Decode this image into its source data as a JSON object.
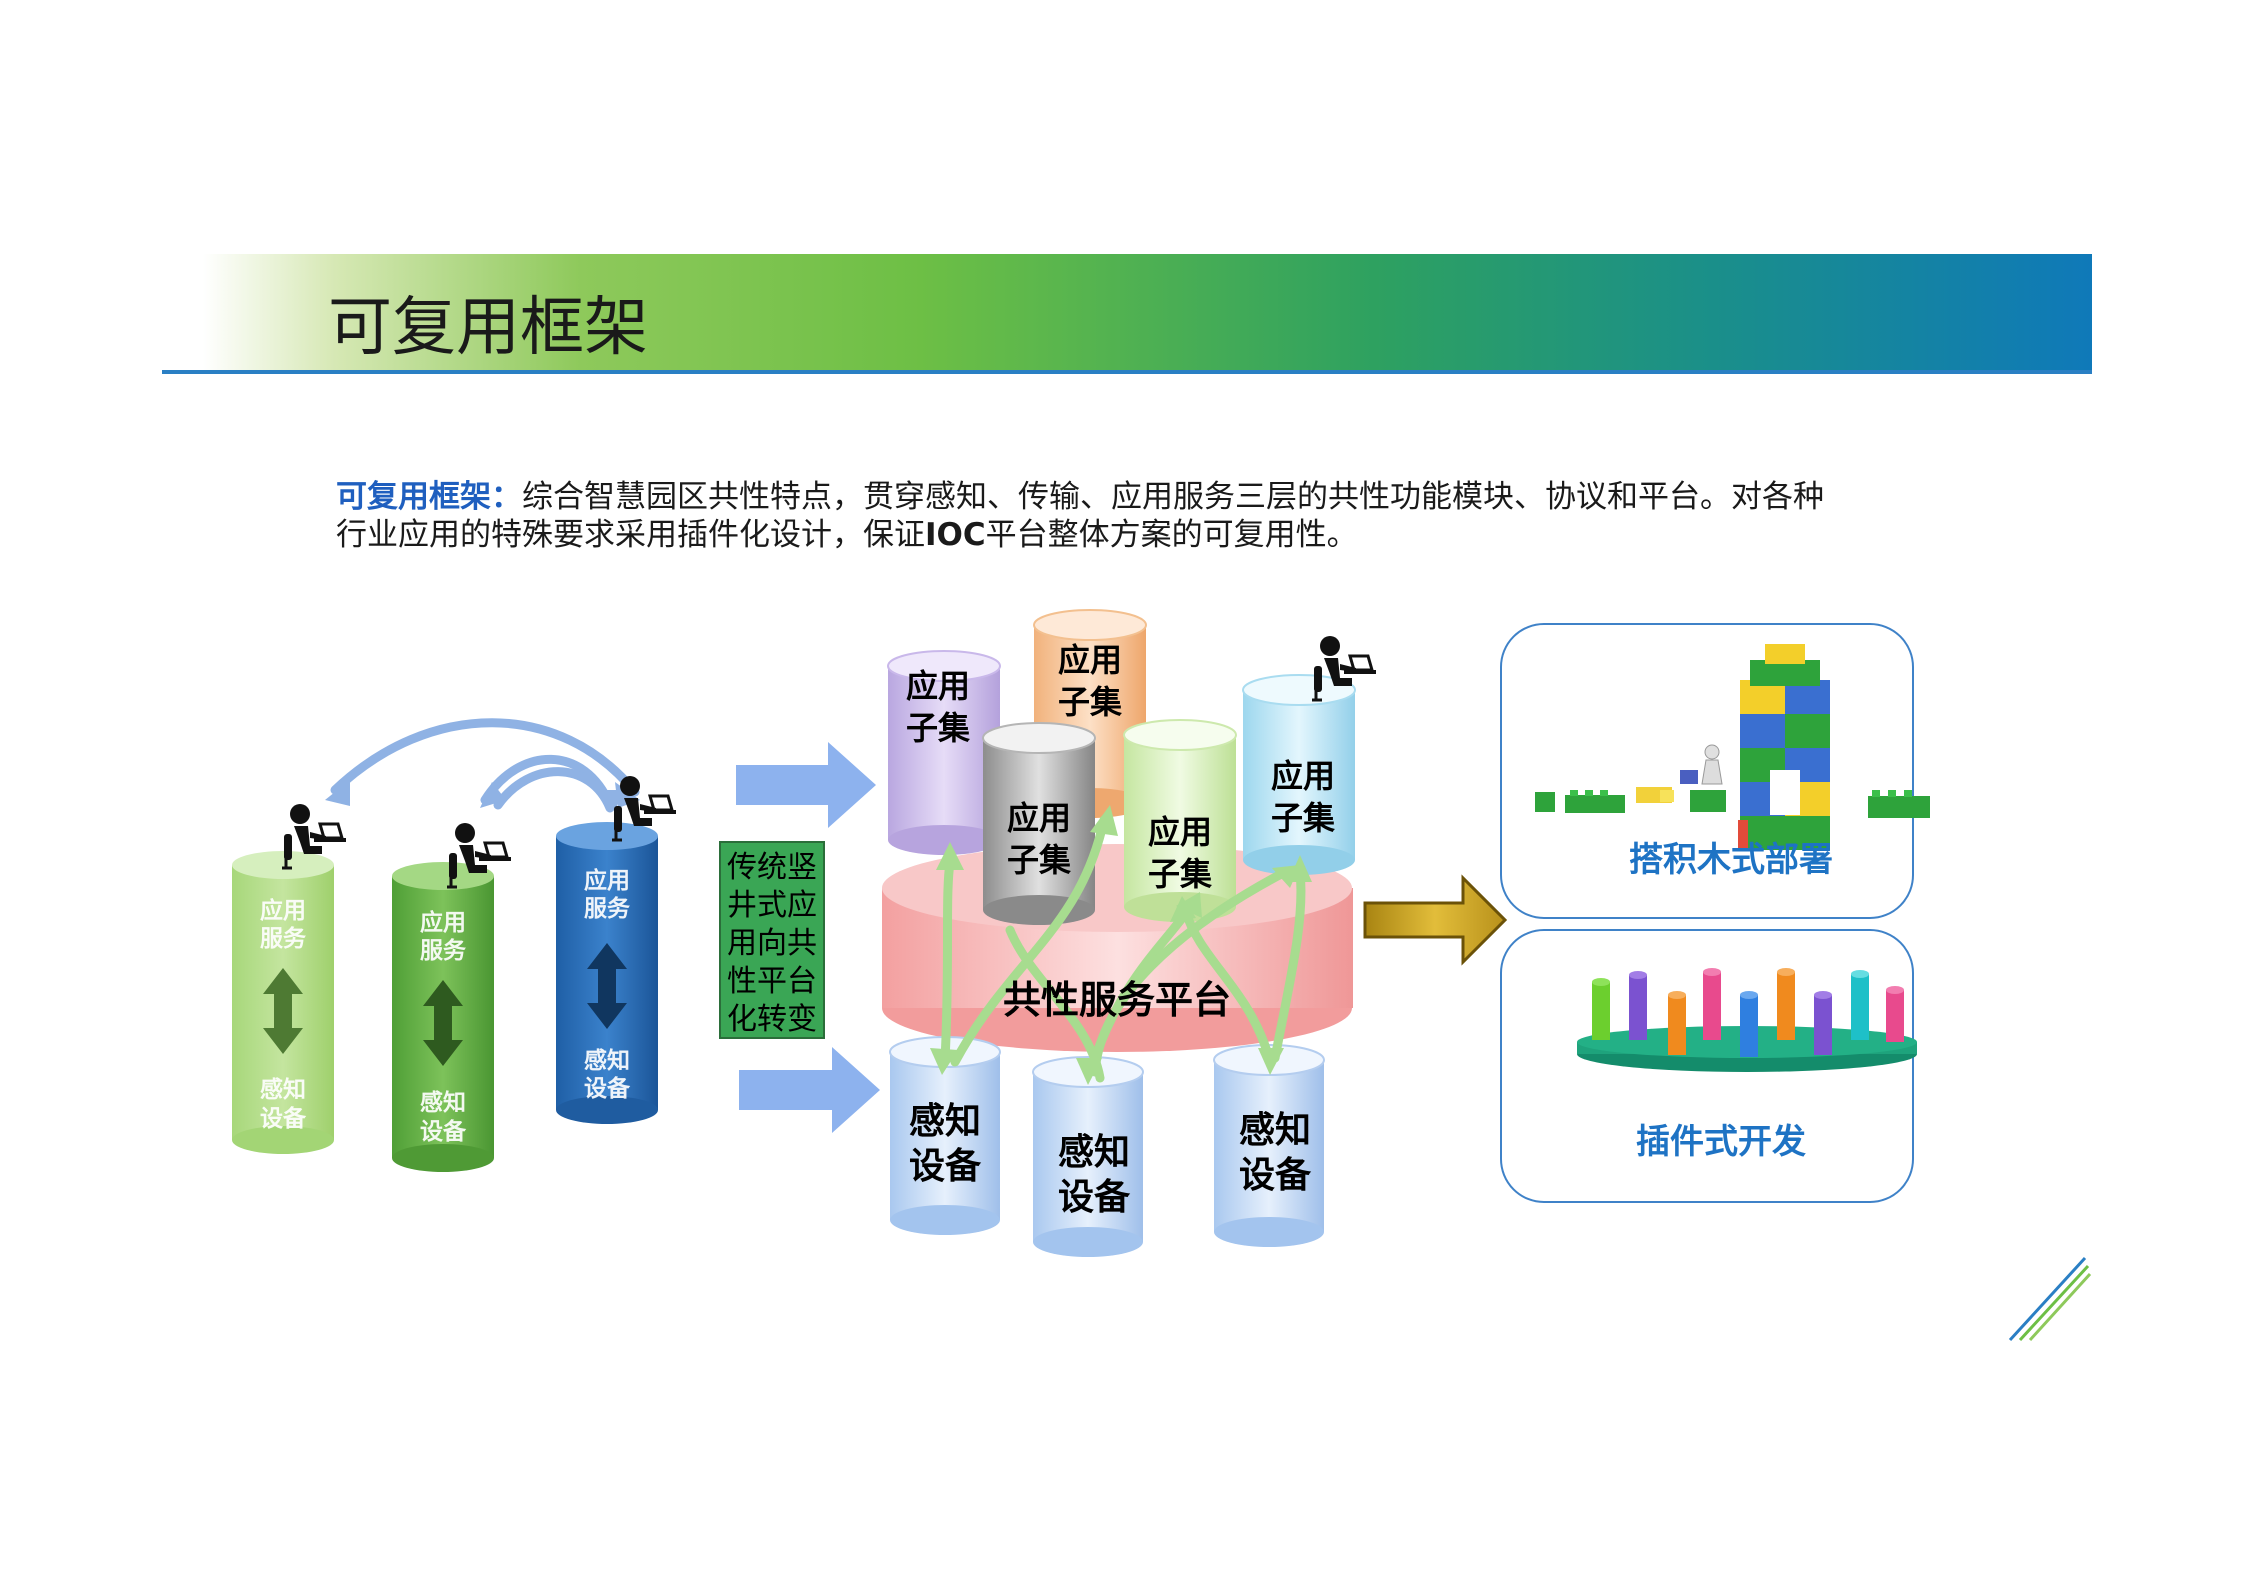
{
  "title": "可复用框架",
  "description": {
    "label": "可复用框架：",
    "line1": "综合智慧园区共性特点，贯穿感知、传输、应用服务三层的共性功能模块、协议和平台。对各种",
    "line2a": "行业应用的特殊要求采用插件化设计，保证",
    "line2b": "IOC",
    "line2c": "平台整体方案的可复用性。"
  },
  "left_diagram": {
    "cylinders": [
      {
        "top": "应用",
        "top2": "服务",
        "bottom": "感知",
        "bottom2": "设备"
      },
      {
        "top": "应用",
        "top2": "服务",
        "bottom": "感知",
        "bottom2": "设备"
      },
      {
        "top": "应用",
        "top2": "服务",
        "bottom": "感知",
        "bottom2": "设备"
      }
    ]
  },
  "transition_box": {
    "lines": [
      "传统竖",
      "井式应",
      "用向共",
      "性平台",
      "化转变"
    ]
  },
  "center_diagram": {
    "app_subsets": [
      {
        "line1": "应用",
        "line2": "子集"
      },
      {
        "line1": "应用",
        "line2": "子集"
      },
      {
        "line1": "应用",
        "line2": "子集"
      },
      {
        "line1": "应用",
        "line2": "子集"
      },
      {
        "line1": "应用",
        "line2": "子集"
      }
    ],
    "platform": "共性服务平台",
    "sensors": [
      {
        "line1": "感知",
        "line2": "设备"
      },
      {
        "line1": "感知",
        "line2": "设备"
      },
      {
        "line1": "感知",
        "line2": "设备"
      }
    ]
  },
  "right_panels": {
    "top_label": "搭积木式部署",
    "bottom_label": "插件式开发"
  },
  "colors": {
    "accent_blue": "#1e73c4",
    "label_blue": "#1f5fbf",
    "green_box": "#3aa655",
    "platform_red": "#f4a3a3"
  },
  "icons": [
    "person-at-laptop-icon",
    "double-arrow-icon",
    "right-arrow-icon",
    "building-blocks-icon",
    "plugin-pillars-icon",
    "corner-stripes-icon"
  ]
}
